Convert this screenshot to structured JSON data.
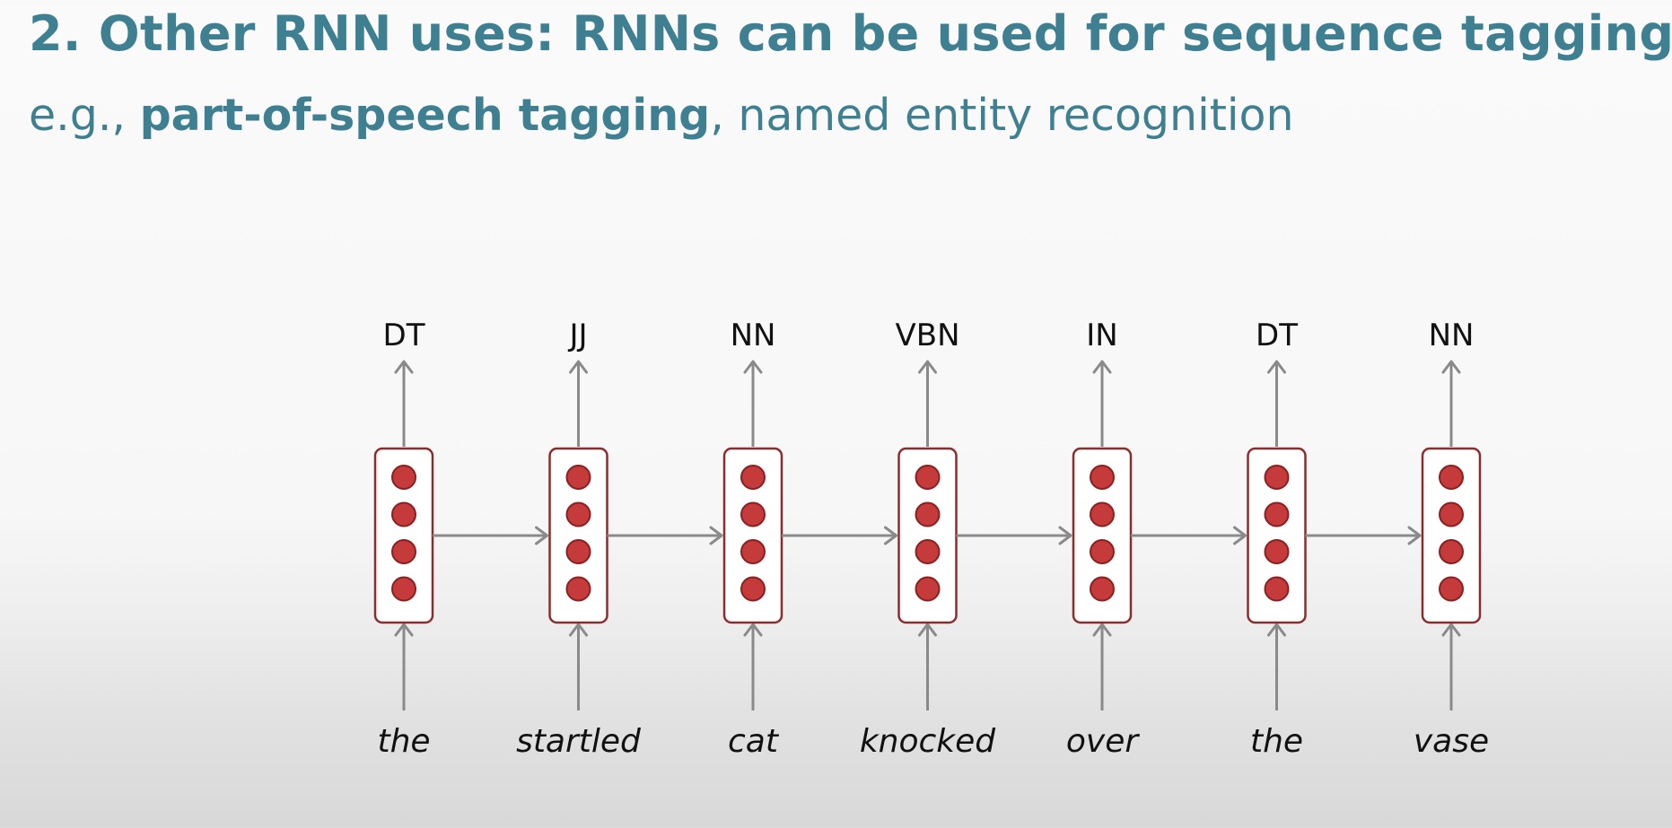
{
  "slide": {
    "title": "2. Other RNN uses: RNNs can be used for sequence tagging",
    "subtitle_prefix": "e.g., ",
    "subtitle_bold": "part-of-speech tagging",
    "subtitle_suffix": ", named entity recognition"
  },
  "diagram": {
    "words": [
      "the",
      "startled",
      "cat",
      "knocked",
      "over",
      "the",
      "vase"
    ],
    "tags": [
      "DT",
      "JJ",
      "NN",
      "VBN",
      "IN",
      "DT",
      "NN"
    ],
    "neurons_per_cell": 4,
    "colors": {
      "neuron_fill": "#c53a3a",
      "cell_border": "#8b2d2d",
      "arrow": "#8a8a8a",
      "title": "#3e7f91"
    }
  }
}
